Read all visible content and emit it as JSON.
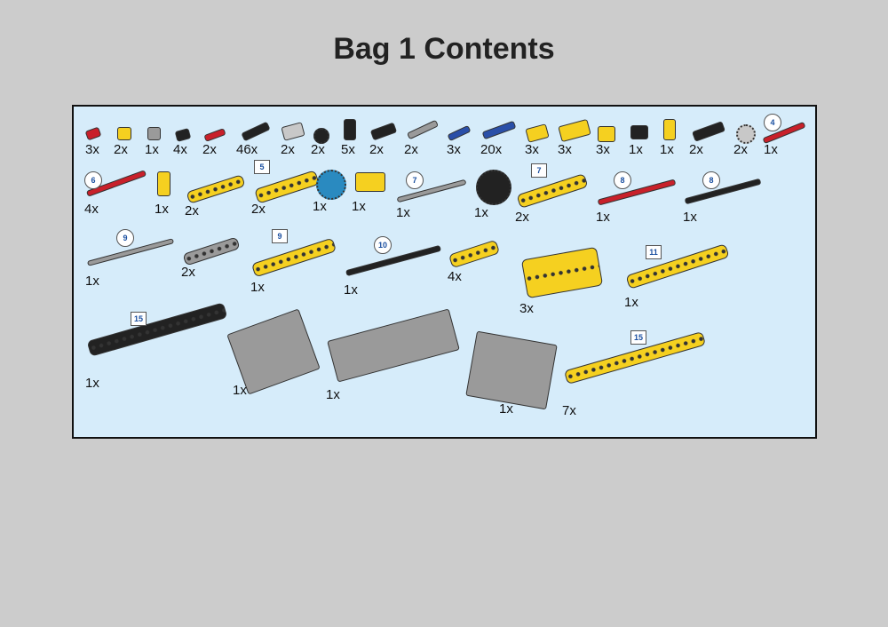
{
  "title": "Bag 1 Contents",
  "items": [
    {
      "count": "3x",
      "color": "red"
    },
    {
      "count": "2x",
      "color": "yellow"
    },
    {
      "count": "1x",
      "color": "gray"
    },
    {
      "count": "4x",
      "color": "dark"
    },
    {
      "count": "2x",
      "color": "red"
    },
    {
      "count": "46x",
      "color": "black"
    },
    {
      "count": "2x",
      "color": "light-gray"
    },
    {
      "count": "2x",
      "color": "dark"
    },
    {
      "count": "5x",
      "color": "black"
    },
    {
      "count": "2x",
      "color": "black"
    },
    {
      "count": "2x",
      "color": "gray"
    },
    {
      "count": "3x",
      "color": "blue"
    },
    {
      "count": "20x",
      "color": "blue"
    },
    {
      "count": "3x",
      "color": "yellow"
    },
    {
      "count": "3x",
      "color": "yellow"
    },
    {
      "count": "3x",
      "color": "yellow"
    },
    {
      "count": "1x",
      "color": "black"
    },
    {
      "count": "1x",
      "color": "yellow"
    },
    {
      "count": "2x",
      "color": "black"
    },
    {
      "count": "2x",
      "color": "light-gray"
    },
    {
      "count": "1x",
      "size": "4",
      "color": "red"
    },
    {
      "count": "4x",
      "size": "6",
      "color": "red"
    },
    {
      "count": "1x",
      "color": "yellow"
    },
    {
      "count": "2x",
      "color": "yellow"
    },
    {
      "count": "2x",
      "size": "5",
      "color": "yellow"
    },
    {
      "count": "1x",
      "color": "teal-blue"
    },
    {
      "count": "1x",
      "color": "yellow"
    },
    {
      "count": "1x",
      "size": "7",
      "color": "gray"
    },
    {
      "count": "1x",
      "color": "dark"
    },
    {
      "count": "2x",
      "size": "7",
      "color": "yellow"
    },
    {
      "count": "1x",
      "size": "8",
      "color": "red"
    },
    {
      "count": "1x",
      "size": "8",
      "color": "dark"
    },
    {
      "count": "1x",
      "size": "9",
      "color": "gray"
    },
    {
      "count": "2x",
      "color": "gray"
    },
    {
      "count": "1x",
      "size": "9",
      "color": "yellow"
    },
    {
      "count": "1x",
      "size": "10",
      "color": "dark"
    },
    {
      "count": "4x",
      "color": "yellow"
    },
    {
      "count": "3x",
      "color": "yellow"
    },
    {
      "count": "1x",
      "size": "11",
      "color": "yellow"
    },
    {
      "count": "1x",
      "size": "15",
      "color": "black"
    },
    {
      "count": "1x",
      "color": "gray"
    },
    {
      "count": "1x",
      "color": "gray"
    },
    {
      "count": "1x",
      "color": "gray"
    },
    {
      "count": "7x",
      "size": "15",
      "color": "yellow"
    }
  ]
}
